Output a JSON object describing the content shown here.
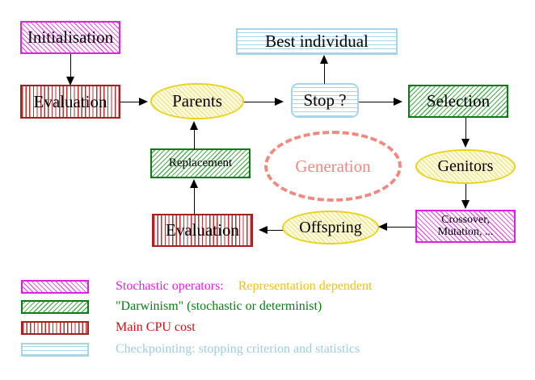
{
  "diagram": {
    "title": "Evolutionary Algorithm cycle",
    "nodes": {
      "initialisation": {
        "label": "Initialisation",
        "style": "magenta"
      },
      "evaluation_top": {
        "label": "Evaluation",
        "style": "red"
      },
      "parents": {
        "label": "Parents",
        "style": "yellow"
      },
      "best_individual": {
        "label": "Best individual",
        "style": "blue"
      },
      "stop": {
        "label": "Stop ?",
        "style": "blue"
      },
      "selection": {
        "label": "Selection",
        "style": "green"
      },
      "genitors": {
        "label": "Genitors",
        "style": "yellow"
      },
      "crossover": {
        "label": "Crossover,\nMutation, ...",
        "style": "magenta"
      },
      "offspring": {
        "label": "Offspring",
        "style": "yellow"
      },
      "evaluation_bottom": {
        "label": "Evaluation",
        "style": "red"
      },
      "replacement": {
        "label": "Replacement",
        "style": "green"
      },
      "generation": {
        "label": "Generation",
        "style": "dashed-ellipse"
      }
    }
  },
  "legend": {
    "rows": [
      {
        "swatch": "magenta-diagonal-hatch",
        "text": "Stochastic operators:",
        "text_color": "#dd22dd",
        "extra": "Representation dependent",
        "extra_color": "#f0c020"
      },
      {
        "swatch": "green-diagonal-hatch",
        "text": "\"Darwinism\" (stochastic or determinist)",
        "text_color": "#0a7a12",
        "extra": "",
        "extra_color": ""
      },
      {
        "swatch": "red-vertical-hatch",
        "text": "Main CPU cost",
        "text_color": "#cc1111",
        "extra": "",
        "extra_color": ""
      },
      {
        "swatch": "blue-horizontal-hatch",
        "text": "Checkpointing: stopping criterion and statistics",
        "text_color": "#9ecde3",
        "extra": "",
        "extra_color": ""
      }
    ]
  },
  "colors": {
    "magenta": "#dd22dd",
    "green": "#0a7a12",
    "red": "#a81f1f",
    "blue": "#a7d4e8",
    "yellow": "#e8d21a",
    "salmon": "#f08a80",
    "gold": "#f0c020",
    "arrow": "#000000",
    "background": "#ffffff"
  }
}
